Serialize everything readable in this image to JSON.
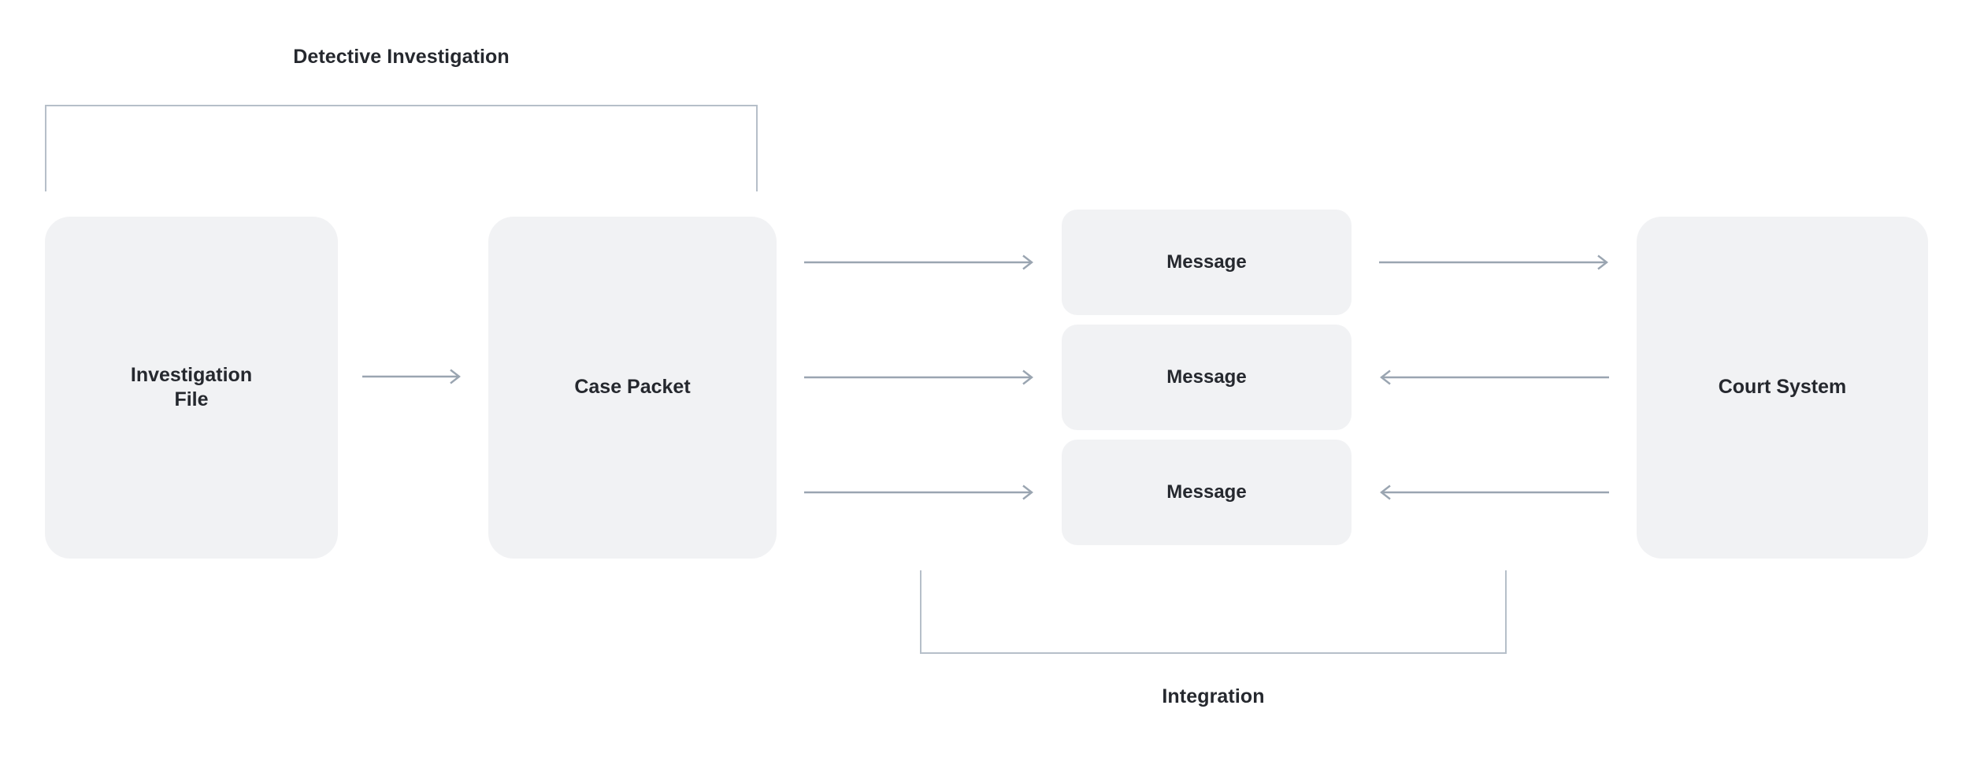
{
  "diagram": {
    "title": "Detective Investigation to Court System flow",
    "background_color": "#ffffff",
    "node_fill": "#f1f2f4",
    "node_text_color": "#25282e",
    "arrow_color": "#9aa5b1",
    "group_border_color": "#b6bfc9"
  },
  "groups": [
    {
      "name": "detective-investigation",
      "label": "Detective Investigation",
      "style": "open-bottom",
      "label_position": "above"
    },
    {
      "name": "integration",
      "label": "Integration",
      "style": "open-top",
      "label_position": "below"
    }
  ],
  "nodes": [
    {
      "name": "investigation-file",
      "label": "Investigation\nFile"
    },
    {
      "name": "case-packet",
      "label": "Case Packet"
    },
    {
      "name": "message-1",
      "label": "Message"
    },
    {
      "name": "message-2",
      "label": "Message"
    },
    {
      "name": "message-3",
      "label": "Message"
    },
    {
      "name": "court-system",
      "label": "Court System"
    }
  ],
  "arrows": [
    {
      "name": "investigation-file-to-case-packet",
      "direction": "right",
      "from": "Investigation File",
      "to": "Case Packet"
    },
    {
      "name": "case-packet-to-message-1",
      "direction": "right",
      "from": "Case Packet",
      "to": "Message"
    },
    {
      "name": "case-packet-to-message-2",
      "direction": "right",
      "from": "Case Packet",
      "to": "Message"
    },
    {
      "name": "case-packet-to-message-3",
      "direction": "right",
      "from": "Case Packet",
      "to": "Message"
    },
    {
      "name": "message-1-to-court-system",
      "direction": "right",
      "from": "Message",
      "to": "Court System"
    },
    {
      "name": "court-system-to-message-2",
      "direction": "left",
      "from": "Court System",
      "to": "Message"
    },
    {
      "name": "court-system-to-message-3",
      "direction": "left",
      "from": "Court System",
      "to": "Message"
    }
  ]
}
